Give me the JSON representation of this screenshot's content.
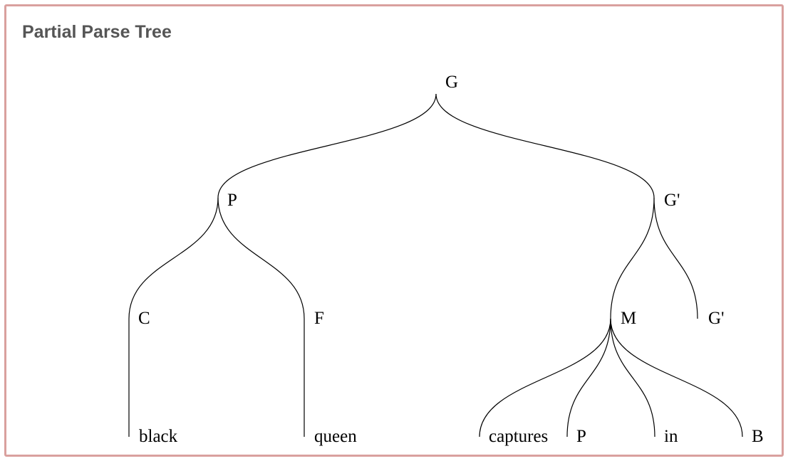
{
  "title": "Partial Parse Tree",
  "tree": {
    "label": "G",
    "children": [
      {
        "label": "P",
        "children": [
          {
            "label": "C",
            "children": [
              {
                "label": "black"
              }
            ]
          },
          {
            "label": "F",
            "children": [
              {
                "label": "queen"
              }
            ]
          }
        ]
      },
      {
        "label": "G'",
        "children": [
          {
            "label": "M",
            "children": [
              {
                "label": "captures"
              },
              {
                "label": "P"
              },
              {
                "label": "in"
              },
              {
                "label": "B"
              }
            ]
          },
          {
            "label": "G'"
          }
        ]
      }
    ]
  }
}
